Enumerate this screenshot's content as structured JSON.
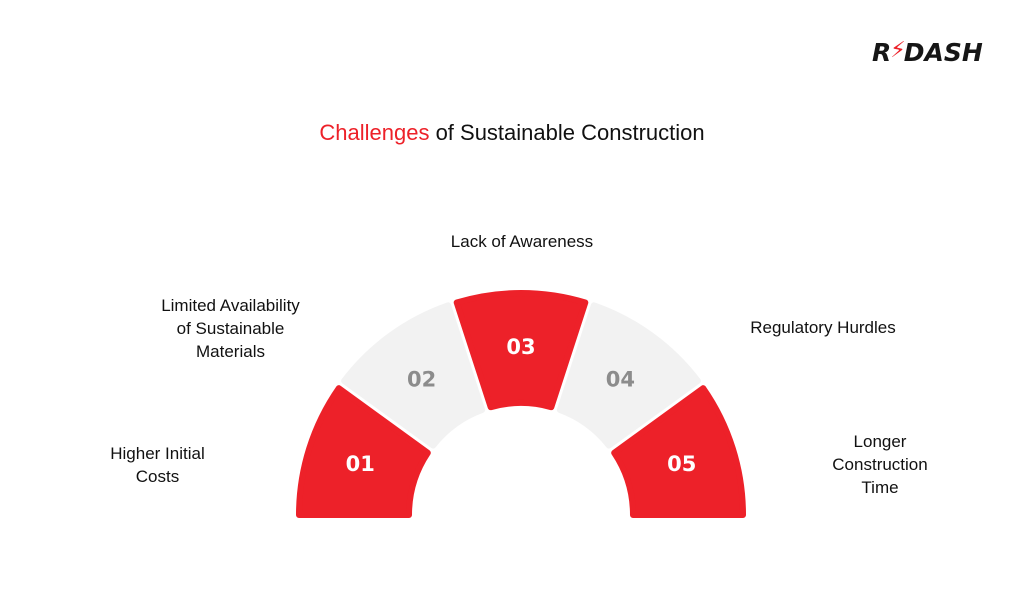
{
  "brand": {
    "prefix": "R",
    "bolt": "⚡",
    "suffix": "DASH",
    "accent_color": "#ED2129"
  },
  "title": {
    "highlight": "Challenges",
    "rest": " of Sustainable Construction"
  },
  "colors": {
    "red": "#ED2129",
    "grey_segment": "#F2F2F2",
    "grey_text": "#8C8C8C",
    "white_text": "#FFFFFF"
  },
  "segments": [
    {
      "number": "01",
      "label": "Higher Initial Costs",
      "style": "red"
    },
    {
      "number": "02",
      "label": "Limited Availability of Sustainable Materials",
      "style": "grey"
    },
    {
      "number": "03",
      "label": "Lack of Awareness",
      "style": "red"
    },
    {
      "number": "04",
      "label": "Regulatory Hurdles",
      "style": "grey"
    },
    {
      "number": "05",
      "label": "Longer Construction Time",
      "style": "red"
    }
  ],
  "labels": {
    "l1": [
      "Higher Initial",
      "Costs"
    ],
    "l2": [
      "Limited Availability",
      "of Sustainable",
      "Materials"
    ],
    "l3": [
      "Lack of Awareness"
    ],
    "l4": [
      "Regulatory Hurdles"
    ],
    "l5": [
      "Longer",
      "Construction",
      "Time"
    ]
  }
}
